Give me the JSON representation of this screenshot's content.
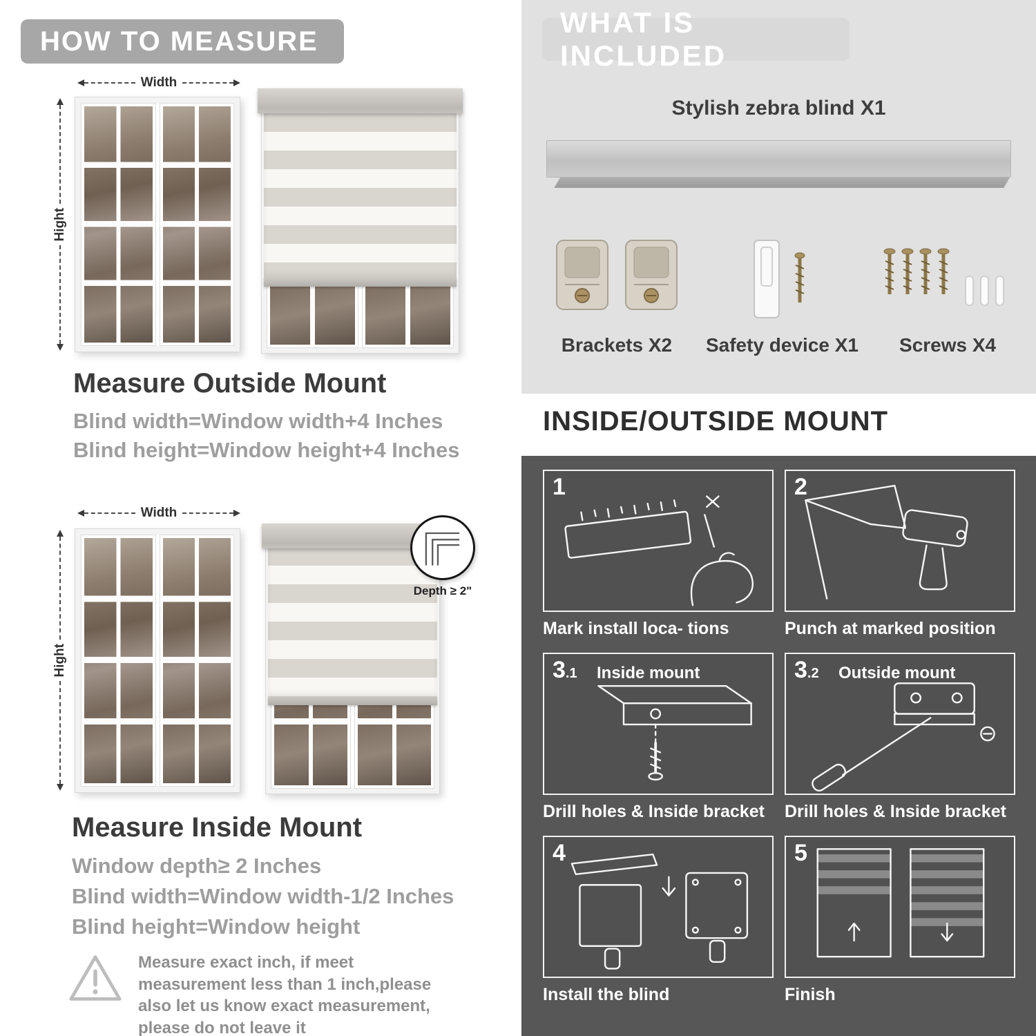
{
  "colors": {
    "header_pill_gray": "#a7a7a7",
    "included_panel_gray": "#e1e1e1",
    "mount_panel_dark": "#575757",
    "heading_dark": "#3b3b3b",
    "body_text_gray": "#9e9e9e",
    "white": "#ffffff"
  },
  "measure": {
    "header": "HOW TO MEASURE",
    "dims": {
      "width": "Width",
      "height": "Hight"
    },
    "outside": {
      "title": "Measure Outside Mount",
      "line1": "Blind width=Window width+4 Inches",
      "line2": "Blind height=Window height+4 Inches"
    },
    "inside": {
      "depth_callout": "Depth ≥ 2\"",
      "title": "Measure Inside Mount",
      "line1": "Window depth≥ 2 Inches",
      "line2": "Blind width=Window width-1/2 Inches",
      "line3": "Blind height=Window height"
    },
    "note": "Measure exact inch, if meet measurement less than 1 inch,please also let us know exact measurement, please do not leave it"
  },
  "included": {
    "header": "WHAT IS INCLUDED",
    "blind_label": "Stylish zebra blind X1",
    "items": [
      {
        "label": "Brackets X2"
      },
      {
        "label": "Safety device X1"
      },
      {
        "label": "Screws X4"
      }
    ]
  },
  "mount": {
    "header": "INSIDE/OUTSIDE MOUNT",
    "steps": [
      {
        "num": "1",
        "sub": "",
        "label": "",
        "caption": "Mark install loca- tions"
      },
      {
        "num": "2",
        "sub": "",
        "label": "",
        "caption": "Punch at  marked position"
      },
      {
        "num": "3",
        "sub": ".1",
        "label": "Inside mount",
        "caption": "Drill holes &  Inside bracket"
      },
      {
        "num": "3",
        "sub": ".2",
        "label": "Outside mount",
        "caption": "Drill holes &  Inside bracket"
      },
      {
        "num": "4",
        "sub": "",
        "label": "",
        "caption": "Install the blind"
      },
      {
        "num": "5",
        "sub": "",
        "label": "",
        "caption": "Finish"
      }
    ]
  }
}
